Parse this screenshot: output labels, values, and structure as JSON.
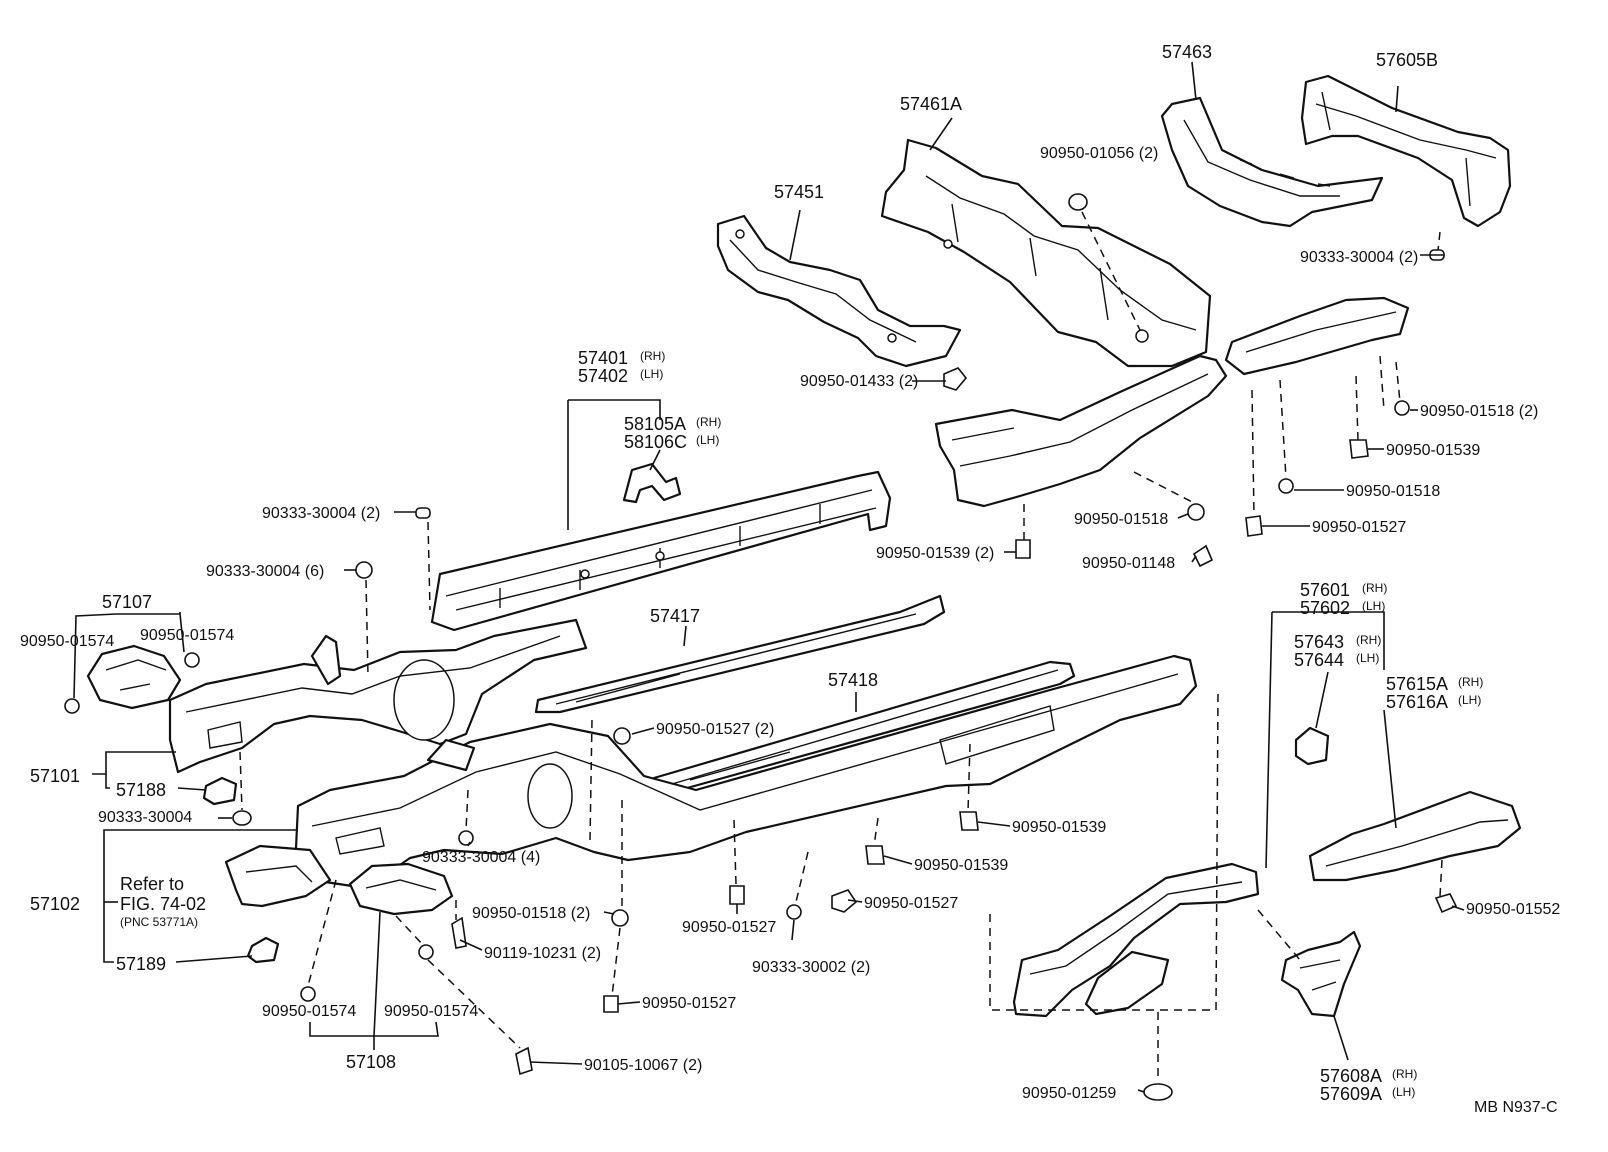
{
  "diagram": {
    "code": "MB  N937-C",
    "labels": {
      "p57463": "57463",
      "p57605B": "57605B",
      "p57461A": "57461A",
      "b9095001056_2": "90950-01056 (2)",
      "p57451": "57451",
      "b9033330004_2_top": "90333-30004 (2)",
      "b9095001433_2": "90950-01433 (2)",
      "b9095001518_2_right": "90950-01518 (2)",
      "b9095001539_right": "90950-01539",
      "b9095001518_right": "90950-01518",
      "b9095001527_right": "90950-01527",
      "b9095001518_mid": "90950-01518",
      "b9095001539_2": "90950-01539 (2)",
      "b9095001148": "90950-01148",
      "p57401": "57401",
      "p57401_side": "(RH)",
      "p57402": "57402",
      "p57402_side": "(LH)",
      "p58105A": "58105A",
      "p58105A_side": "(RH)",
      "p58106C": "58106C",
      "p58106C_side": "(LH)",
      "b9033330004_2_left": "90333-30004 (2)",
      "b9033330004_6": "90333-30004 (6)",
      "p57107": "57107",
      "b9095001574_a": "90950-01574",
      "b9095001574_b": "90950-01574",
      "p57417": "57417",
      "p57418": "57418",
      "b9095001527_2": "90950-01527 (2)",
      "p57101": "57101",
      "p57188": "57188",
      "b9033330004": "90333-30004",
      "b9033330004_4": "90333-30004 (4)",
      "p57102": "57102",
      "refer_to": "Refer to",
      "fig": "FIG. 74-02",
      "pnc": "(PNC 53771A)",
      "p57189": "57189",
      "b9095001518_2_low": "90950-01518 (2)",
      "b9011910231_2": "90119-10231 (2)",
      "b9095001527_low": "90950-01527",
      "b9095001527_mid": "90950-01527",
      "b9033330002_2": "90333-30002 (2)",
      "b9095001574_c": "90950-01574",
      "b9095001574_d": "90950-01574",
      "p57108": "57108",
      "b9010510067_2": "90105-10067 (2)",
      "b9095001539_a": "90950-01539",
      "b9095001539_b": "90950-01539",
      "b9095001527_c": "90950-01527",
      "p57601": "57601",
      "p57601_side": "(RH)",
      "p57602": "57602",
      "p57602_side": "(LH)",
      "p57643": "57643",
      "p57643_side": "(RH)",
      "p57644": "57644",
      "p57644_side": "(LH)",
      "p57615A": "57615A",
      "p57615A_side": "(RH)",
      "p57616A": "57616A",
      "p57616A_side": "(LH)",
      "b9095001552": "90950-01552",
      "b9095001259": "90950-01259",
      "p57608A": "57608A",
      "p57608A_side": "(RH)",
      "p57609A": "57609A",
      "p57609A_side": "(LH)"
    }
  }
}
